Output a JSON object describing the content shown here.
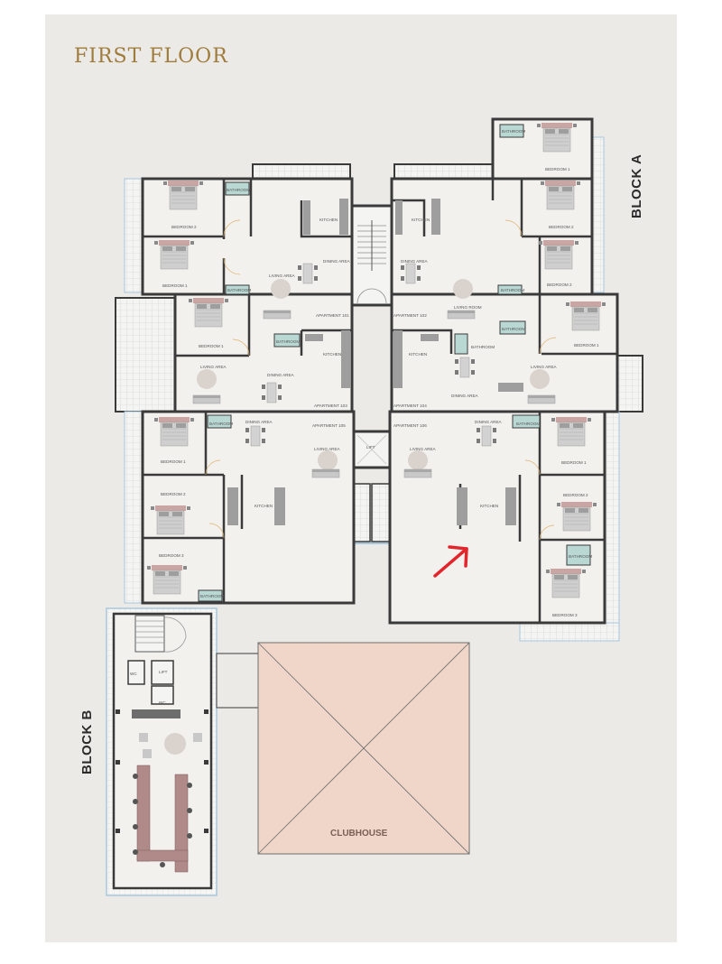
{
  "title": "FIRST FLOOR",
  "blocks": {
    "a": "BLOCK A",
    "b": "BLOCK B"
  },
  "clubhouse": "CLUBHOUSE",
  "lift": "LIFT",
  "wc": "WC",
  "apartments": {
    "a101": {
      "name": "APARTMENT 101",
      "bedroom2": "BEDROOM 2",
      "bathroom_a": "BATHROOM",
      "bedroom1": "BEDROOM 1",
      "bathroom_b": "BATHROOM",
      "living": "LIVING AREA",
      "dining": "DINING AREA",
      "kitchen": "KITCHEN"
    },
    "a102": {
      "name": "APARTMENT 102",
      "kitchen": "KITCHEN",
      "dining": "DINING AREA",
      "living": "LIVING ROOM",
      "bathroom_top": "BATHROOM",
      "bedroom1_top": "BEDROOM 1",
      "bedroom2": "BEDROOM 2",
      "bathroom": "BATHROOM",
      "bedroom2_low": "BEDROOM 2",
      "bathroom_low": "BATHROOM",
      "bedroom1": "BEDROOM 1"
    },
    "a103": {
      "name": "APARTMENT 103",
      "bedroom1": "BEDROOM 1",
      "bathroom": "BATHROOM",
      "kitchen": "KITCHEN",
      "living": "LIVING AREA",
      "dining": "DINING AREA"
    },
    "a104": {
      "name": "APARTMENT 104",
      "kitchen": "KITCHEN",
      "bathroom": "BATHROOM",
      "living": "LIVING AREA",
      "dining": "DINING AREA"
    },
    "a105": {
      "name": "APARTMENT 105",
      "bedroom1": "BEDROOM 1",
      "bathroom": "BATHROOM",
      "dining": "DINING AREA",
      "living": "LIVING AREA",
      "bedroom2": "BEDROOM 2",
      "kitchen": "KITCHEN",
      "bedroom3": "BEDROOM 3",
      "bathroom2": "BATHROOM"
    },
    "a106": {
      "name": "APARTMENT 106",
      "dining": "DINING AREA",
      "living": "LIVING AREA",
      "bathroom": "BATHROOM",
      "bedroom1": "BEDROOM 1",
      "kitchen": "KITCHEN",
      "bedroom2": "BEDROOM 2",
      "bathroom2": "BATHROOM",
      "bedroom3": "BEDROOM 3"
    }
  },
  "colors": {
    "title": "#a07c3c",
    "wall": "#3a3a3a",
    "room_fill": "#f2f1ee",
    "balcony_tile": "#d8d8d6",
    "bathroom": "#b9d8d4",
    "bed": "#bdbdbd",
    "headboard": "#c9a6a3",
    "clubhouse_fill": "#f0d6c8",
    "arrow": "#e3242b",
    "glazing": "#a7c7dd"
  },
  "icons": {
    "arrow": "red-arrow-icon"
  }
}
